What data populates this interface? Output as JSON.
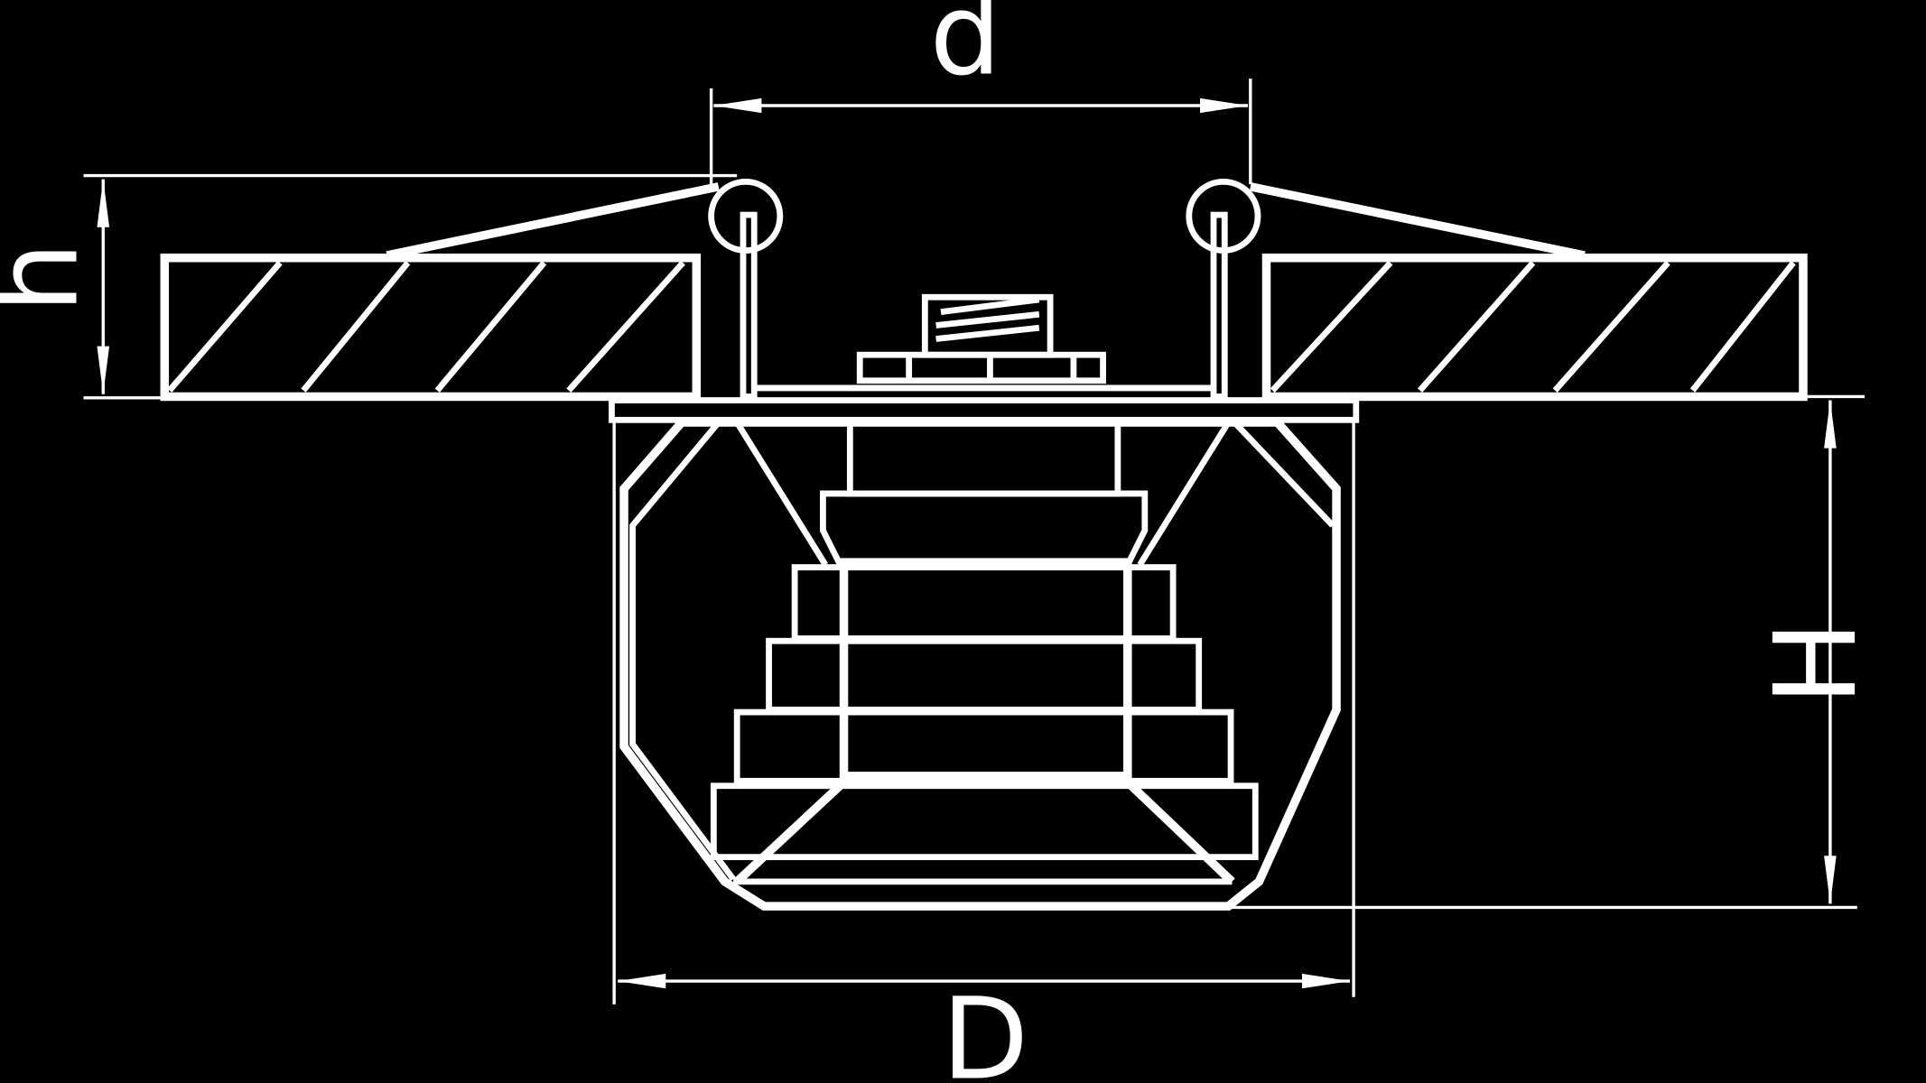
{
  "colors": {
    "background": "#000000",
    "line": "#ffffff"
  },
  "dimensions": {
    "d": "d",
    "h": "h",
    "H": "H",
    "D": "D"
  }
}
